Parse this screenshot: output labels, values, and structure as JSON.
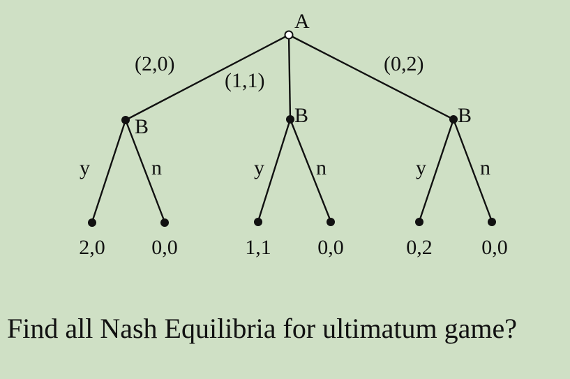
{
  "tree": {
    "root": {
      "label": "A"
    },
    "offers": [
      {
        "label": "(2,0)",
        "responder": "B",
        "accept": "y",
        "reject": "n",
        "accept_payoff": "2,0",
        "reject_payoff": "0,0"
      },
      {
        "label": "(1,1)",
        "responder": "B",
        "accept": "y",
        "reject": "n",
        "accept_payoff": "1,1",
        "reject_payoff": "0,0"
      },
      {
        "label": "(0,2)",
        "responder": "B",
        "accept": "y",
        "reject": "n",
        "accept_payoff": "0,2",
        "reject_payoff": "0,0"
      }
    ]
  },
  "question": "Find all Nash Equilibria for ultimatum game?"
}
